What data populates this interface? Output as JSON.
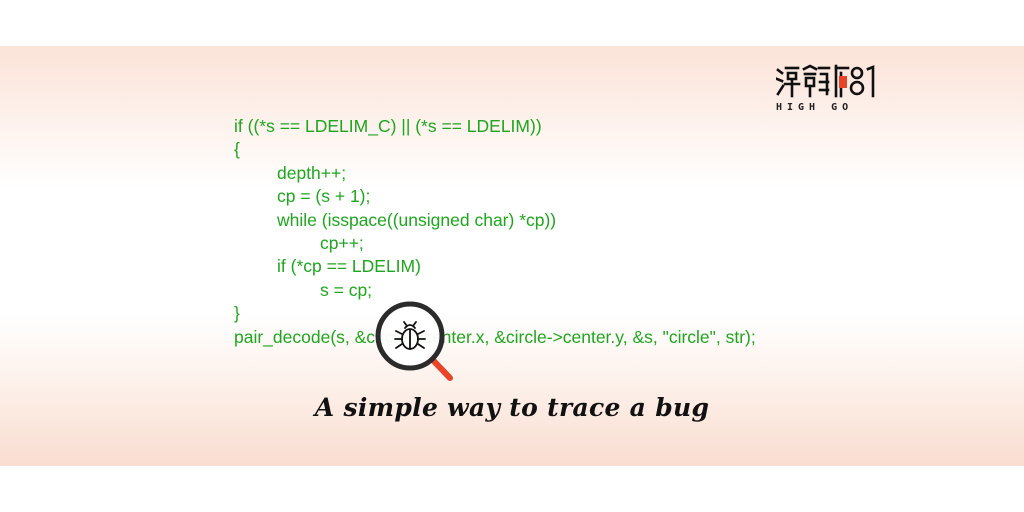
{
  "logo": {
    "name": "HIGH GO",
    "icon": "highgo-logo-icon",
    "accent": "#e8442a"
  },
  "code": {
    "color": "#1fa51f",
    "lines": [
      "if ((*s == LDELIM_C) || (*s == LDELIM))",
      "{",
      "depth++;",
      "cp = (s + 1);",
      "while (isspace((unsigned char) *cp))",
      "cp++;",
      "if (*cp == LDELIM)",
      "s = cp;",
      "}",
      "pair_decode(s, &circle->center.x, &circle->center.y, &s, \"circle\", str);"
    ]
  },
  "magnifier": {
    "icon": "magnifier-bug-icon",
    "handle_color": "#e8442a"
  },
  "caption": "A simple way to trace a bug"
}
